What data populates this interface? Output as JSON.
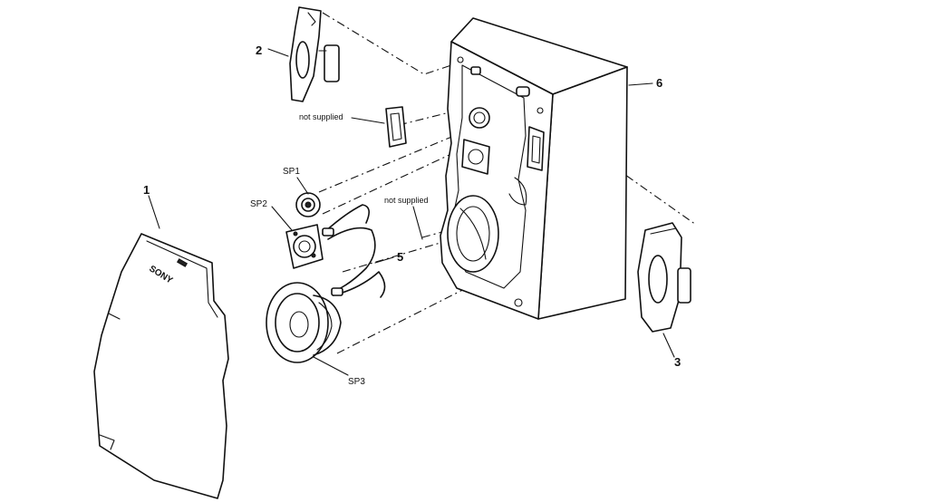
{
  "diagram": {
    "parts": {
      "front_grille": "1",
      "left_side_panel": "2",
      "right_side_panel": "3",
      "harness": "5",
      "cabinet": "6",
      "tweeter": "SP1",
      "midrange": "SP2",
      "woofer": "SP3"
    },
    "notes": {
      "not_supplied_upper": "not supplied",
      "not_supplied_lower": "not supplied"
    },
    "brand": "SONY"
  }
}
